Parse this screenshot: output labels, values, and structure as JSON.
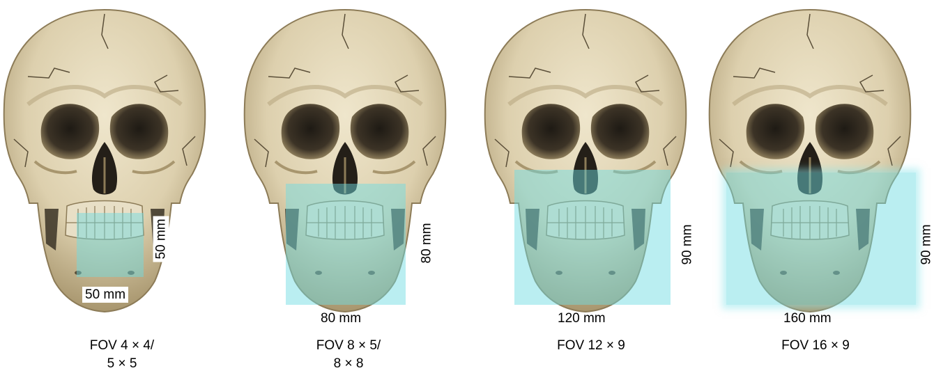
{
  "panels": [
    {
      "id": "fov-4x4",
      "width_label": "50 mm",
      "height_label": "50 mm",
      "caption_line1": "FOV 4 × 4/",
      "caption_line2": "5 × 5"
    },
    {
      "id": "fov-8x5",
      "width_label": "80 mm",
      "height_label": "80 mm",
      "caption_line1": "FOV 8 × 5/",
      "caption_line2": "8 × 8"
    },
    {
      "id": "fov-12x9",
      "width_label": "120 mm",
      "height_label": "90 mm",
      "caption_line1": "FOV 12 × 9",
      "caption_line2": ""
    },
    {
      "id": "fov-16x9",
      "width_label": "160 mm",
      "height_label": "90 mm",
      "caption_line1": "FOV 16 × 9",
      "caption_line2": ""
    }
  ],
  "colors": {
    "fov_overlay": "#6edce1",
    "bone": "#e2d6b6",
    "bone_shadow": "#9a8a66",
    "cavity": "#2a241c"
  },
  "icons": [
    "skull-icon"
  ]
}
